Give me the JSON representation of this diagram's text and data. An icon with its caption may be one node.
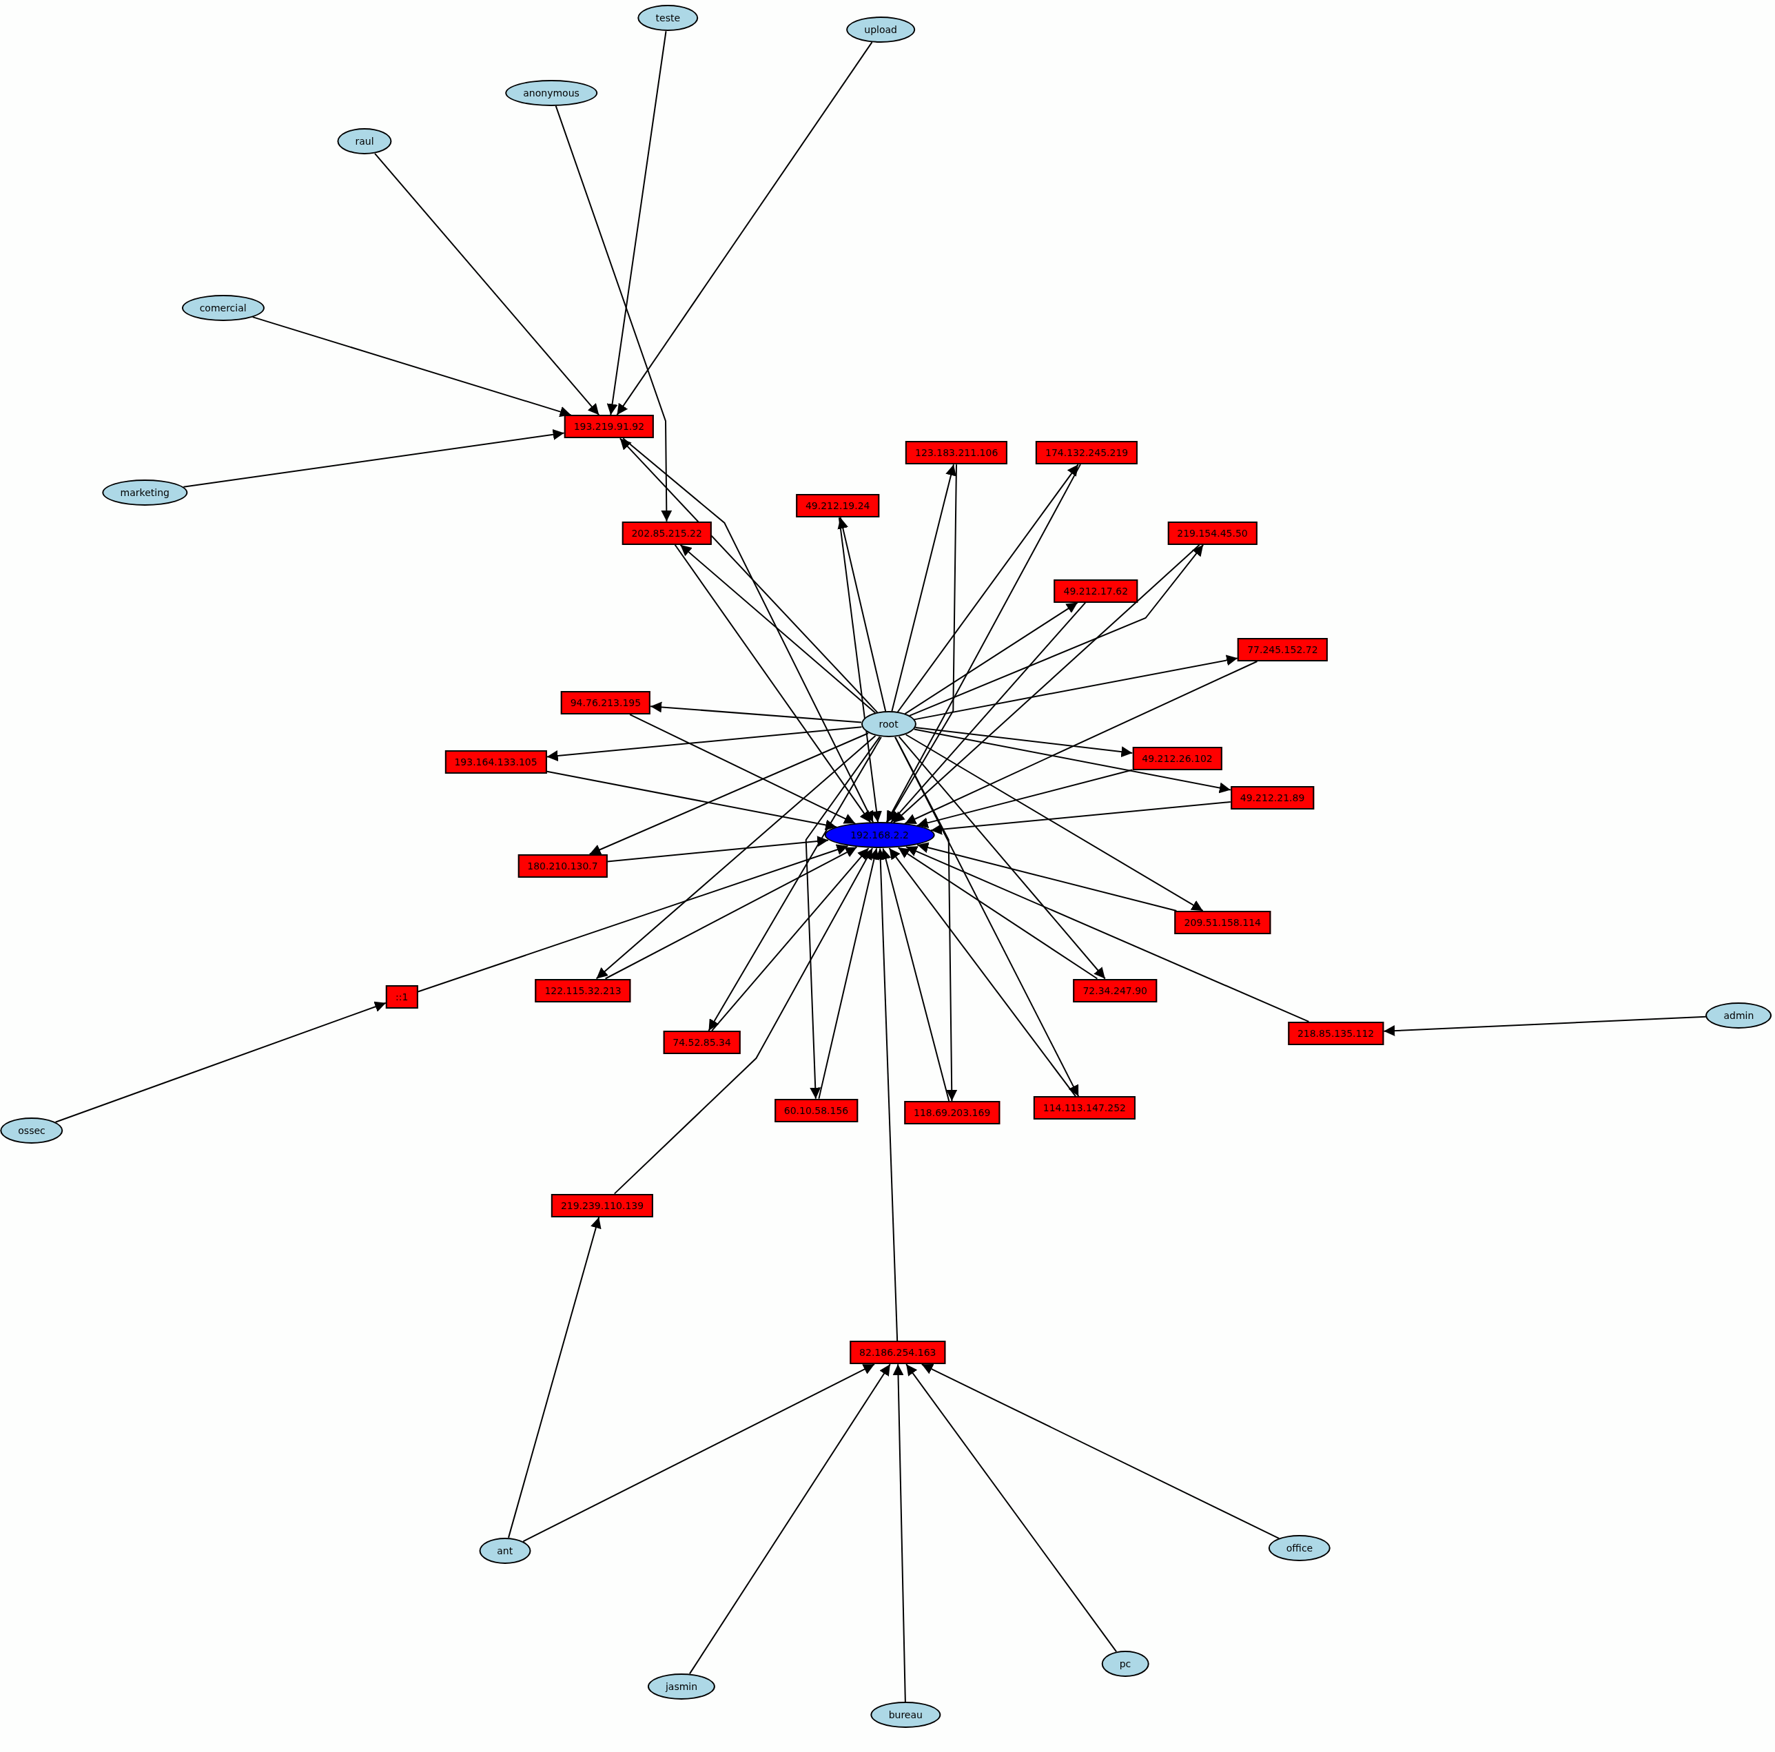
{
  "diagram": {
    "nodes": [
      {
        "text": [
          "teste"
        ]
      },
      {
        "text": [
          "upload"
        ]
      },
      {
        "text": [
          "anonymous"
        ]
      },
      {
        "text": [
          "raul"
        ]
      },
      {
        "text": [
          "comercial"
        ]
      },
      {
        "text": [
          "marketing"
        ]
      },
      {
        "text": [
          "193.219.91.92"
        ]
      },
      {
        "text": [
          "123.183.211.106"
        ]
      },
      {
        "text": [
          "174.132.245.219"
        ]
      },
      {
        "text": [
          "49.212.19.24"
        ]
      },
      {
        "text": [
          "202.85.215.22"
        ]
      },
      {
        "text": [
          "219.154.45.50"
        ]
      },
      {
        "text": [
          "49.212.17.62"
        ]
      },
      {
        "text": [
          "77.245.152.72"
        ]
      },
      {
        "text": [
          "94.76.213.195"
        ]
      },
      {
        "text": [
          "root"
        ]
      },
      {
        "text": [
          "193.164.133.105"
        ]
      },
      {
        "text": [
          "49.212.26.102"
        ]
      },
      {
        "text": [
          "49.212.21.89"
        ]
      },
      {
        "text": [
          "192.168.2.2"
        ]
      },
      {
        "text": [
          "180.210.130.7"
        ]
      },
      {
        "text": [
          "209.51.158.114"
        ]
      },
      {
        "text": [
          "::1"
        ]
      },
      {
        "text": [
          "122.115.32.213"
        ]
      },
      {
        "text": [
          "72.34.247.90"
        ]
      },
      {
        "text": [
          "218.85.135.112"
        ]
      },
      {
        "text": [
          "admin"
        ]
      },
      {
        "text": [
          "74.52.85.34"
        ]
      },
      {
        "text": [
          "60.10.58.156"
        ]
      },
      {
        "text": [
          "118.69.203.169"
        ]
      },
      {
        "text": [
          "114.113.147.252"
        ]
      },
      {
        "text": [
          "ossec"
        ]
      },
      {
        "text": [
          "219.239.110.139"
        ]
      },
      {
        "text": [
          "82.186.254.163"
        ]
      },
      {
        "text": [
          "ant"
        ]
      },
      {
        "text": [
          "office"
        ]
      },
      {
        "text": [
          "pc"
        ]
      },
      {
        "text": [
          "jasmin"
        ]
      },
      {
        "text": [
          "bureau"
        ]
      }
    ],
    "edges": [
      {
        "from": 0,
        "to": 6,
        "arrow": "to"
      },
      {
        "from": 1,
        "to": 6,
        "arrow": "to"
      },
      {
        "from": 3,
        "to": 6,
        "arrow": "to"
      },
      {
        "from": 4,
        "to": 6,
        "arrow": "to"
      },
      {
        "from": 5,
        "to": 6,
        "arrow": "to"
      },
      {
        "from": 2,
        "to": 10,
        "arrow": "to"
      },
      {
        "from": 15,
        "to": 6,
        "arrow": "to"
      },
      {
        "from": 6,
        "to": 19,
        "arrow": "to"
      },
      {
        "from": 15,
        "to": 10,
        "arrow": "to"
      },
      {
        "from": 10,
        "to": 19,
        "arrow": "to"
      },
      {
        "from": 15,
        "to": 7,
        "arrow": "to"
      },
      {
        "from": 7,
        "to": 19,
        "arrow": "to"
      },
      {
        "from": 15,
        "to": 8,
        "arrow": "to"
      },
      {
        "from": 8,
        "to": 19,
        "arrow": "to"
      },
      {
        "from": 15,
        "to": 9,
        "arrow": "to"
      },
      {
        "from": 9,
        "to": 19,
        "arrow": "to"
      },
      {
        "from": 15,
        "to": 11,
        "arrow": "to"
      },
      {
        "from": 11,
        "to": 19,
        "arrow": "to"
      },
      {
        "from": 15,
        "to": 12,
        "arrow": "to"
      },
      {
        "from": 12,
        "to": 19,
        "arrow": "to"
      },
      {
        "from": 15,
        "to": 13,
        "arrow": "to"
      },
      {
        "from": 13,
        "to": 19,
        "arrow": "to"
      },
      {
        "from": 15,
        "to": 14,
        "arrow": "to"
      },
      {
        "from": 14,
        "to": 19,
        "arrow": "to"
      },
      {
        "from": 15,
        "to": 16,
        "arrow": "to"
      },
      {
        "from": 16,
        "to": 19,
        "arrow": "to"
      },
      {
        "from": 15,
        "to": 17,
        "arrow": "to"
      },
      {
        "from": 17,
        "to": 19,
        "arrow": "to"
      },
      {
        "from": 15,
        "to": 18,
        "arrow": "to"
      },
      {
        "from": 18,
        "to": 19,
        "arrow": "to"
      },
      {
        "from": 15,
        "to": 20,
        "arrow": "to"
      },
      {
        "from": 20,
        "to": 19,
        "arrow": "to"
      },
      {
        "from": 15,
        "to": 21,
        "arrow": "to"
      },
      {
        "from": 21,
        "to": 19,
        "arrow": "to"
      },
      {
        "from": 31,
        "to": 22,
        "arrow": "to"
      },
      {
        "from": 22,
        "to": 19,
        "arrow": "to"
      },
      {
        "from": 15,
        "to": 23,
        "arrow": "to"
      },
      {
        "from": 23,
        "to": 19,
        "arrow": "to"
      },
      {
        "from": 15,
        "to": 24,
        "arrow": "to"
      },
      {
        "from": 24,
        "to": 19,
        "arrow": "to"
      },
      {
        "from": 26,
        "to": 25,
        "arrow": "to"
      },
      {
        "from": 25,
        "to": 19,
        "arrow": "to"
      },
      {
        "from": 15,
        "to": 27,
        "arrow": "to"
      },
      {
        "from": 27,
        "to": 19,
        "arrow": "to"
      },
      {
        "from": 15,
        "to": 28,
        "arrow": "to"
      },
      {
        "from": 28,
        "to": 19,
        "arrow": "to"
      },
      {
        "from": 15,
        "to": 29,
        "arrow": "to"
      },
      {
        "from": 29,
        "to": 19,
        "arrow": "to"
      },
      {
        "from": 15,
        "to": 30,
        "arrow": "to"
      },
      {
        "from": 30,
        "to": 19,
        "arrow": "to"
      },
      {
        "from": 34,
        "to": 32,
        "arrow": "to"
      },
      {
        "from": 32,
        "to": 19,
        "arrow": "to"
      },
      {
        "from": 33,
        "to": 19,
        "arrow": "to"
      },
      {
        "from": 34,
        "to": 33,
        "arrow": "to"
      },
      {
        "from": 37,
        "to": 33,
        "arrow": "to"
      },
      {
        "from": 38,
        "to": 33,
        "arrow": "to"
      },
      {
        "from": 36,
        "to": 33,
        "arrow": "to"
      },
      {
        "from": 35,
        "to": 33,
        "arrow": "to"
      }
    ]
  }
}
